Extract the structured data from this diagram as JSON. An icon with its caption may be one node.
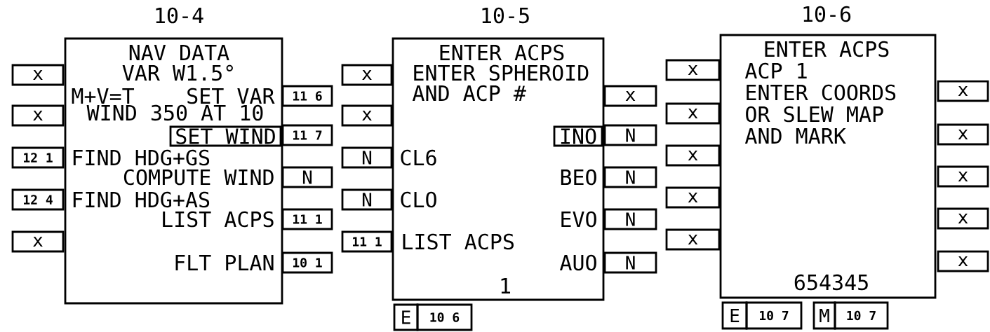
{
  "diagram": {
    "nodes": [
      {
        "text": [
          "10-4",
          "NAV DATA",
          "VAR W1.5°",
          "M+V=T",
          "SET VAR",
          "WIND 350 AT 10",
          "FIND HDG+GS",
          "COMPUTE WIND",
          "FIND HDG+AS",
          "LIST ACPS",
          "FLT PLAN"
        ]
      },
      {
        "text": [
          "SET WIND"
        ],
        "in": 0
      },
      {
        "text": [
          "x"
        ]
      },
      {
        "text": [
          "x"
        ]
      },
      {
        "text": [
          "12 1"
        ]
      },
      {
        "text": [
          "12 4"
        ]
      },
      {
        "text": [
          "x"
        ]
      },
      {
        "text": [
          "11 6"
        ]
      },
      {
        "text": [
          "11 7"
        ]
      },
      {
        "text": [
          "N"
        ]
      },
      {
        "text": [
          "11 1"
        ]
      },
      {
        "text": [
          "10 1"
        ]
      },
      {
        "text": [
          "10-5",
          "ENTER ACPS",
          "ENTER SPHEROID",
          "AND ACP #",
          "CL6",
          "CLO",
          "LIST ACPS",
          "BEO",
          "EVO",
          "AUO",
          "1"
        ]
      },
      {
        "text": [
          "INO"
        ],
        "in": 12
      },
      {
        "text": [
          "x"
        ]
      },
      {
        "text": [
          "x"
        ]
      },
      {
        "text": [
          "N"
        ]
      },
      {
        "text": [
          "N"
        ]
      },
      {
        "text": [
          "11 1"
        ]
      },
      {
        "text": [
          "x"
        ]
      },
      {
        "text": [
          "N"
        ]
      },
      {
        "text": [
          "N"
        ]
      },
      {
        "text": [
          "N"
        ]
      },
      {
        "text": [
          "N"
        ]
      },
      {
        "text": [
          "E"
        ]
      },
      {
        "text": [
          "10 6"
        ]
      },
      {
        "text": [
          "10-6",
          "ENTER ACPS",
          "ACP 1",
          "ENTER COORDS",
          "OR SLEW MAP",
          "AND MARK",
          "654345"
        ]
      },
      {
        "text": [
          "x"
        ]
      },
      {
        "text": [
          "x"
        ]
      },
      {
        "text": [
          "x"
        ]
      },
      {
        "text": [
          "x"
        ]
      },
      {
        "text": [
          "x"
        ]
      },
      {
        "text": [
          "x"
        ]
      },
      {
        "text": [
          "x"
        ]
      },
      {
        "text": [
          "x"
        ]
      },
      {
        "text": [
          "x"
        ]
      },
      {
        "text": [
          "x"
        ]
      },
      {
        "text": [
          "E"
        ]
      },
      {
        "text": [
          "10 7"
        ]
      },
      {
        "text": [
          "M"
        ]
      },
      {
        "text": [
          "10 7"
        ]
      }
    ]
  }
}
